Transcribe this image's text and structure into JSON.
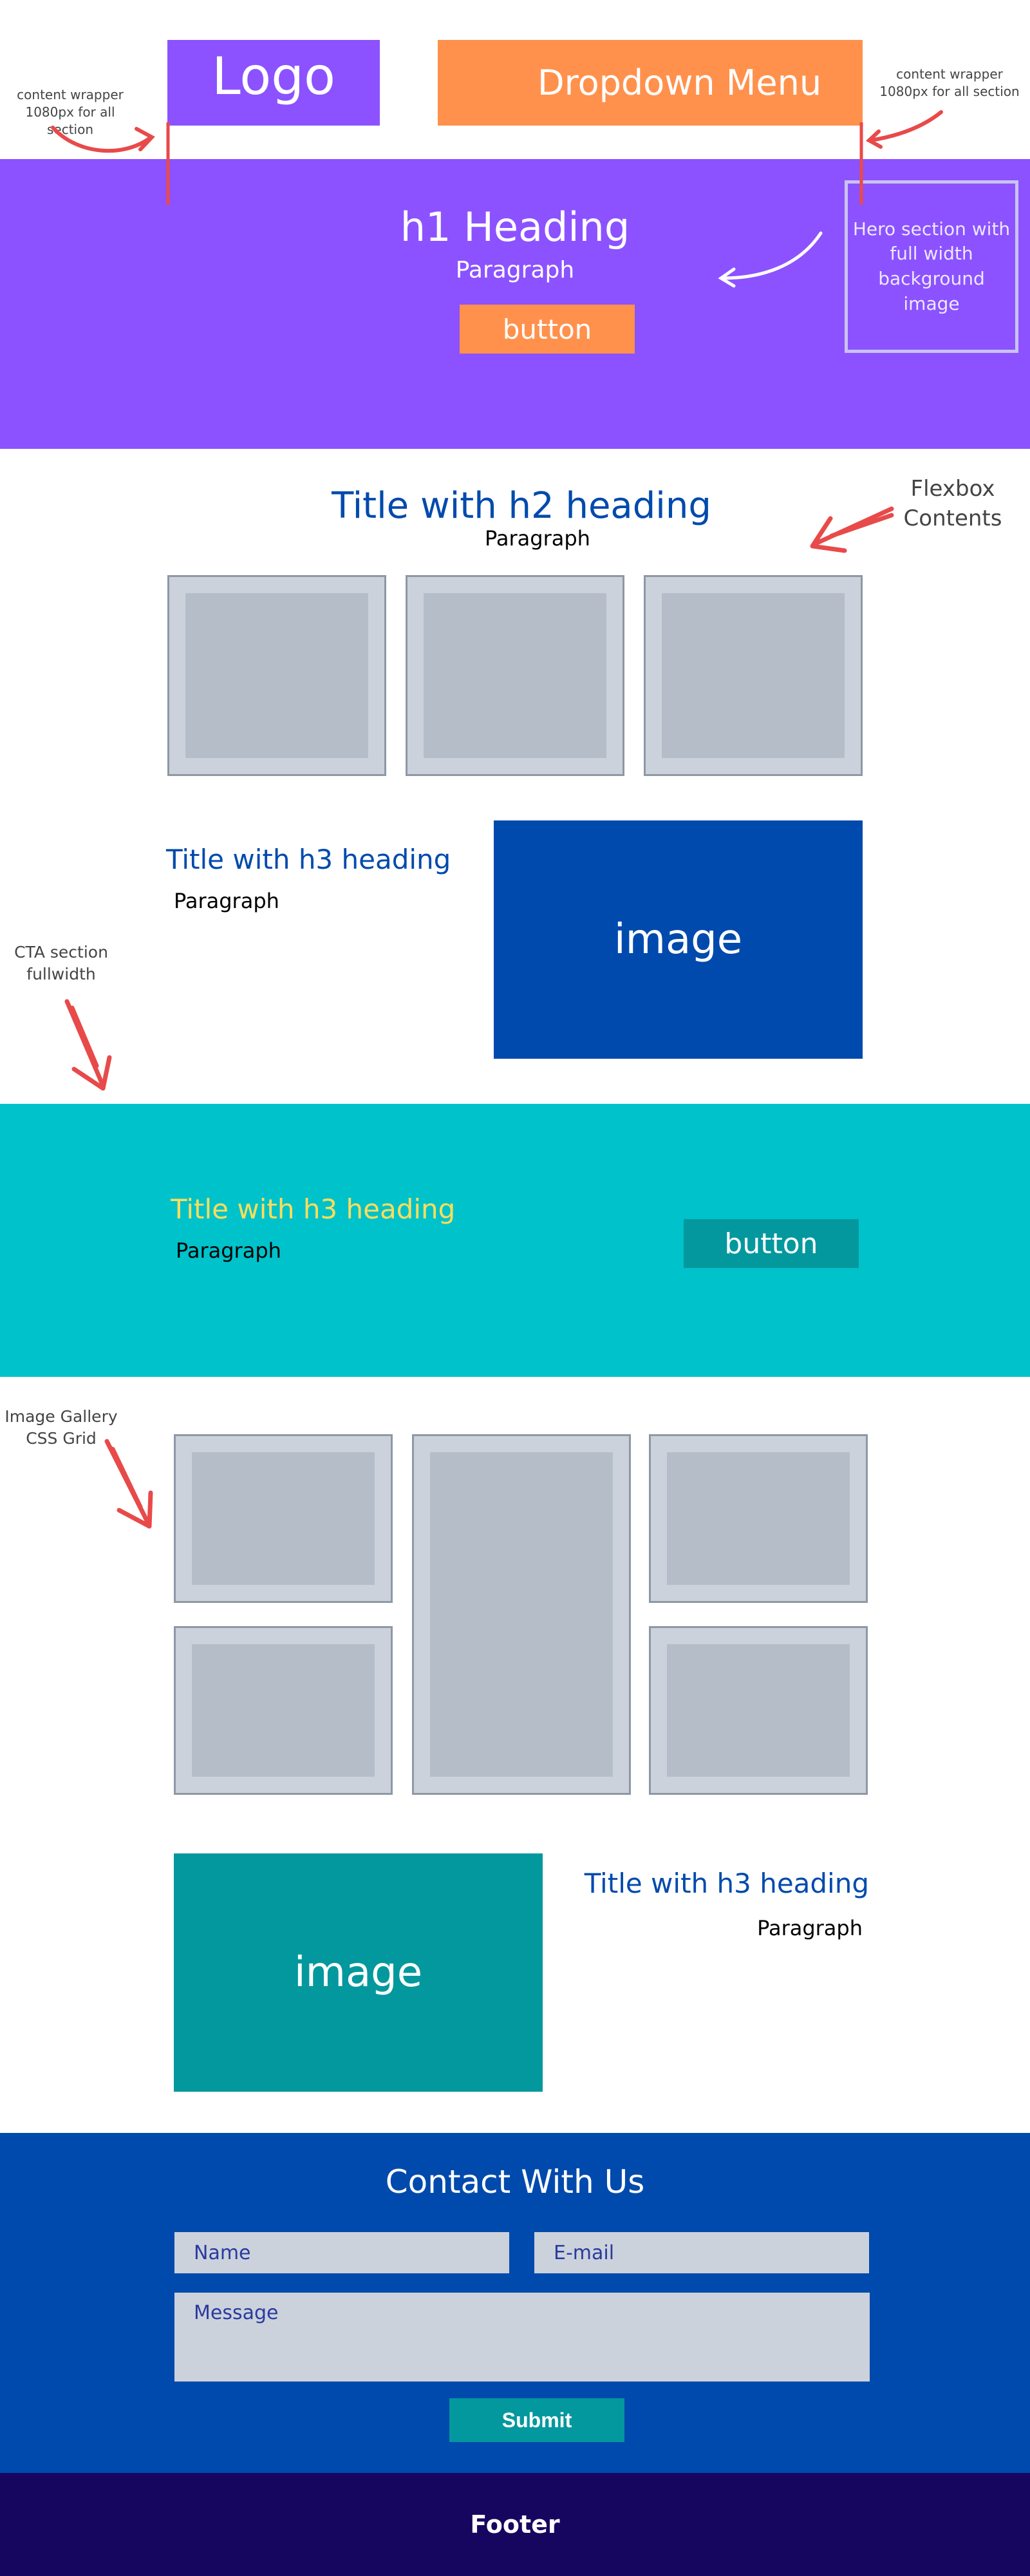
{
  "header": {
    "logo": "Logo",
    "dropdown_menu": "Dropdown Menu"
  },
  "notes": {
    "content_wrapper_left": [
      "content wrapper",
      "1080px for all section"
    ],
    "content_wrapper_right": [
      "content wrapper",
      "1080px for all section"
    ],
    "hero": [
      "Hero section with",
      "full width",
      "background image"
    ],
    "flexbox": [
      "Flexbox",
      "Contents"
    ],
    "cta": [
      "CTA section",
      "fullwidth"
    ],
    "gallery": [
      "Image Gallery",
      "CSS Grid"
    ]
  },
  "hero": {
    "heading": "h1 Heading",
    "paragraph": "Paragraph",
    "button": "button"
  },
  "features": {
    "title": "Title with h2 heading",
    "paragraph": "Paragraph"
  },
  "split1": {
    "title": "Title with h3 heading",
    "paragraph": "Paragraph",
    "image": "image"
  },
  "cta": {
    "title": "Title with h3 heading",
    "paragraph": "Paragraph",
    "button": "button"
  },
  "split2": {
    "title": "Title with h3 heading",
    "paragraph": "Paragraph",
    "image": "image"
  },
  "contact": {
    "title": "Contact With Us",
    "name_placeholder": "Name",
    "email_placeholder": "E-mail",
    "message_placeholder": "Message",
    "submit": "Submit"
  },
  "footer": {
    "label": "Footer"
  },
  "colors": {
    "purple": "#8c52ff",
    "orange": "#ff914d",
    "blue": "#004aad",
    "teal": "#00c2cb",
    "dark_teal": "#03989e",
    "navy": "#170660",
    "annotation_red": "#e84a4a",
    "yellow": "#ffde59"
  }
}
